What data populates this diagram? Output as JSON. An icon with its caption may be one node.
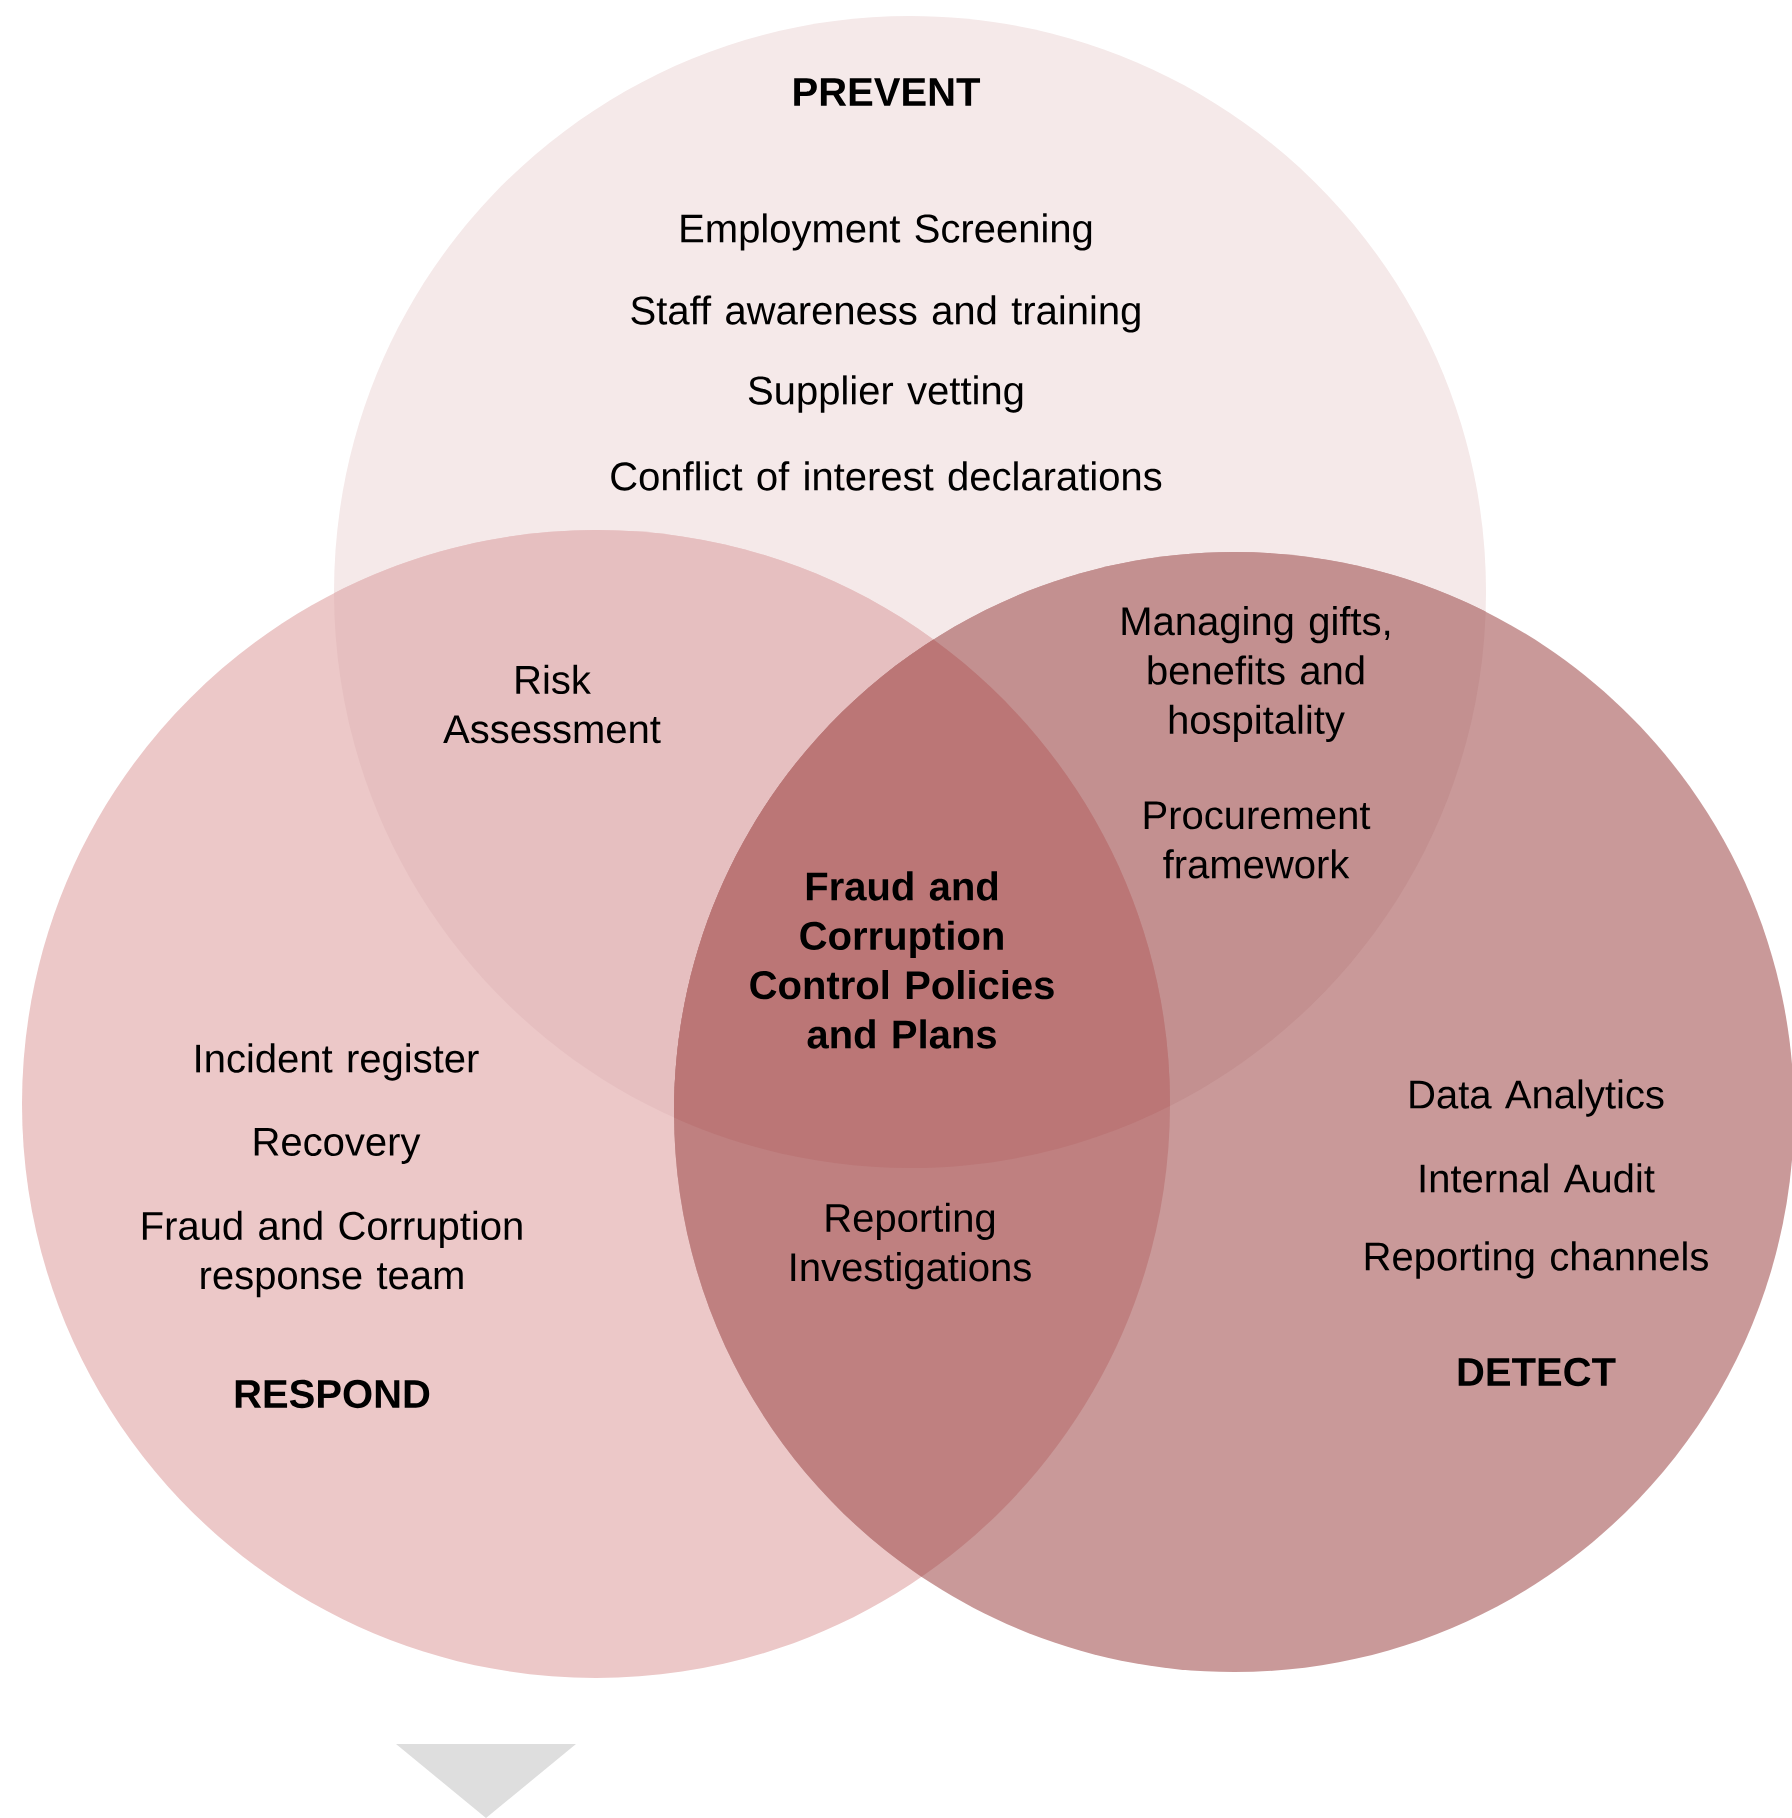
{
  "diagram": {
    "nodes": [
      {
        "text": [
          "PREVENT",
          "Employment Screening",
          "Staff awareness and training",
          "Supplier vetting",
          "Conflict of interest declarations"
        ]
      },
      {
        "text": [
          "Incident register",
          "Recovery",
          "Fraud and Corruption response team",
          "RESPOND"
        ]
      },
      {
        "text": [
          "Data Analytics",
          "Internal Audit",
          "Reporting channels",
          "DETECT"
        ]
      },
      {
        "text": [],
        "shape": "triangle"
      }
    ],
    "labels": [
      "Risk Assessment",
      "Managing gifts, benefits and hospitality",
      "Procurement framework",
      "Fraud and Corruption Control Policies and Plans",
      "Reporting Investigations"
    ]
  }
}
